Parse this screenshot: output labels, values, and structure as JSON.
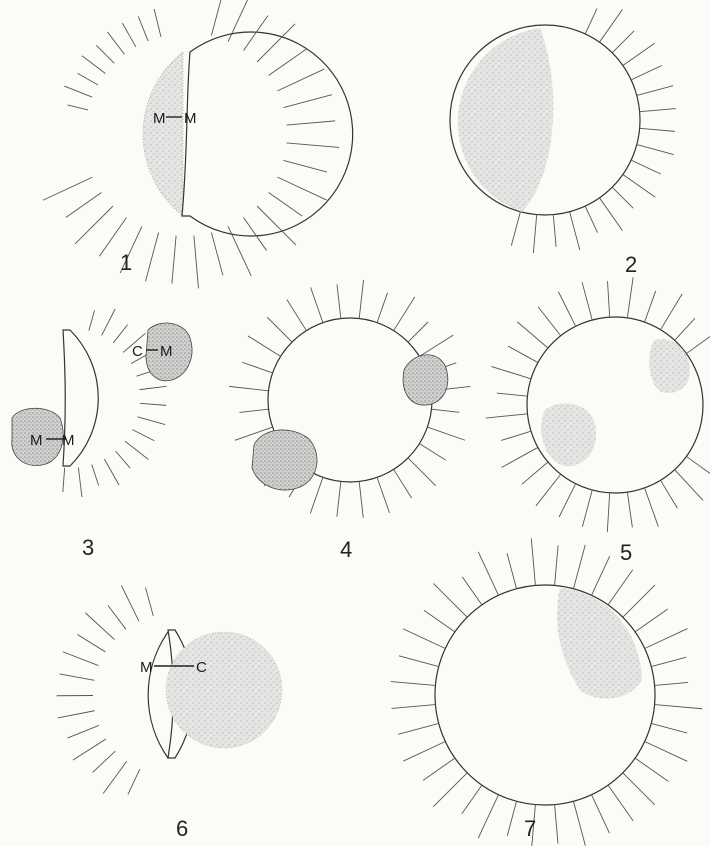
{
  "plate": {
    "figures": [
      {
        "number": "1",
        "labels": [
          "M",
          "M"
        ]
      },
      {
        "number": "2",
        "labels": []
      },
      {
        "number": "3",
        "labels": [
          "C",
          "M",
          "M",
          "M"
        ]
      },
      {
        "number": "4",
        "labels": []
      },
      {
        "number": "5",
        "labels": []
      },
      {
        "number": "6",
        "labels": [
          "M",
          "C"
        ]
      },
      {
        "number": "7",
        "labels": []
      }
    ],
    "colors": {
      "background": "#fbfbf8",
      "line": "#3a3a3a",
      "stipple": "#9a9a9a",
      "stipple_fill": "#e3e4e2"
    }
  }
}
